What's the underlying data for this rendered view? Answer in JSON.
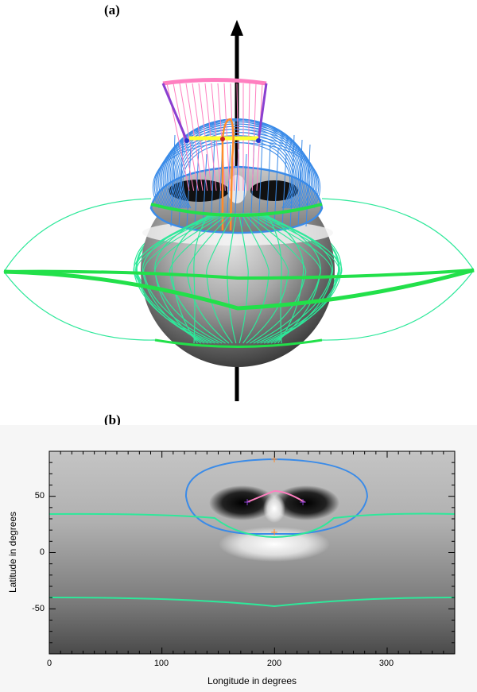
{
  "panels": {
    "a": {
      "label": "(a)"
    },
    "b": {
      "label": "(b)",
      "x_axis": {
        "title": "Longitude in degrees",
        "tick_labels": [
          "0",
          "100",
          "200",
          "300"
        ]
      },
      "y_axis": {
        "title": "Latitude in degrees",
        "tick_labels": [
          "50",
          "0",
          "-50"
        ]
      }
    }
  },
  "colors": {
    "open_field": "#2ee89a",
    "closed_loops": "#3a8be8",
    "flux_rope": "#ff7fc0",
    "flux_rope_legs": "#8a3fd0",
    "axis_arrow": "#000000",
    "orange_marker": "#ff8c2a",
    "yellow_bar": "#ffff33"
  }
}
